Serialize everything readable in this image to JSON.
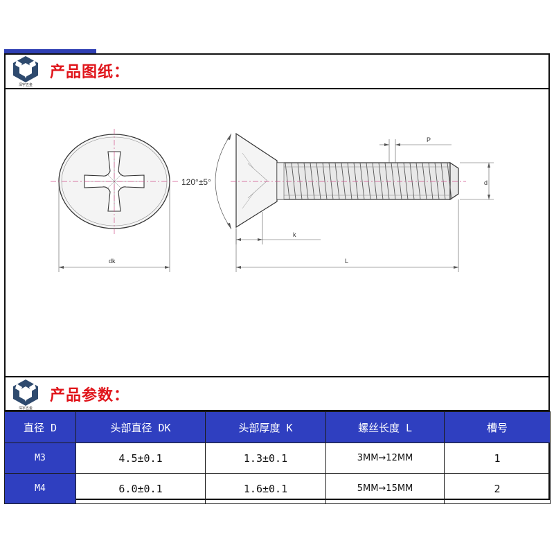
{
  "logo": {
    "text": "深宇五金"
  },
  "sections": {
    "drawing_title": "产品图纸：",
    "params_title": "产品参数："
  },
  "drawing": {
    "angle_label": "120°±5°",
    "dim_dk": "dk",
    "dim_k": "k",
    "dim_L": "L",
    "dim_P": "P",
    "dim_d": "d"
  },
  "table": {
    "headers": [
      "直径 D",
      "头部直径 DK",
      "头部厚度 K",
      "螺丝长度 L",
      "槽号"
    ],
    "rows": [
      [
        "M3",
        "4.5±0.1",
        "1.3±0.1",
        "3MM→12MM",
        "1"
      ],
      [
        "M4",
        "6.0±0.1",
        "1.6±0.1",
        "5MM→15MM",
        "2"
      ]
    ]
  },
  "colors": {
    "accent_blue": "#2f3fc0",
    "title_red": "#e0141a",
    "centerline_pink": "#d0508a"
  }
}
